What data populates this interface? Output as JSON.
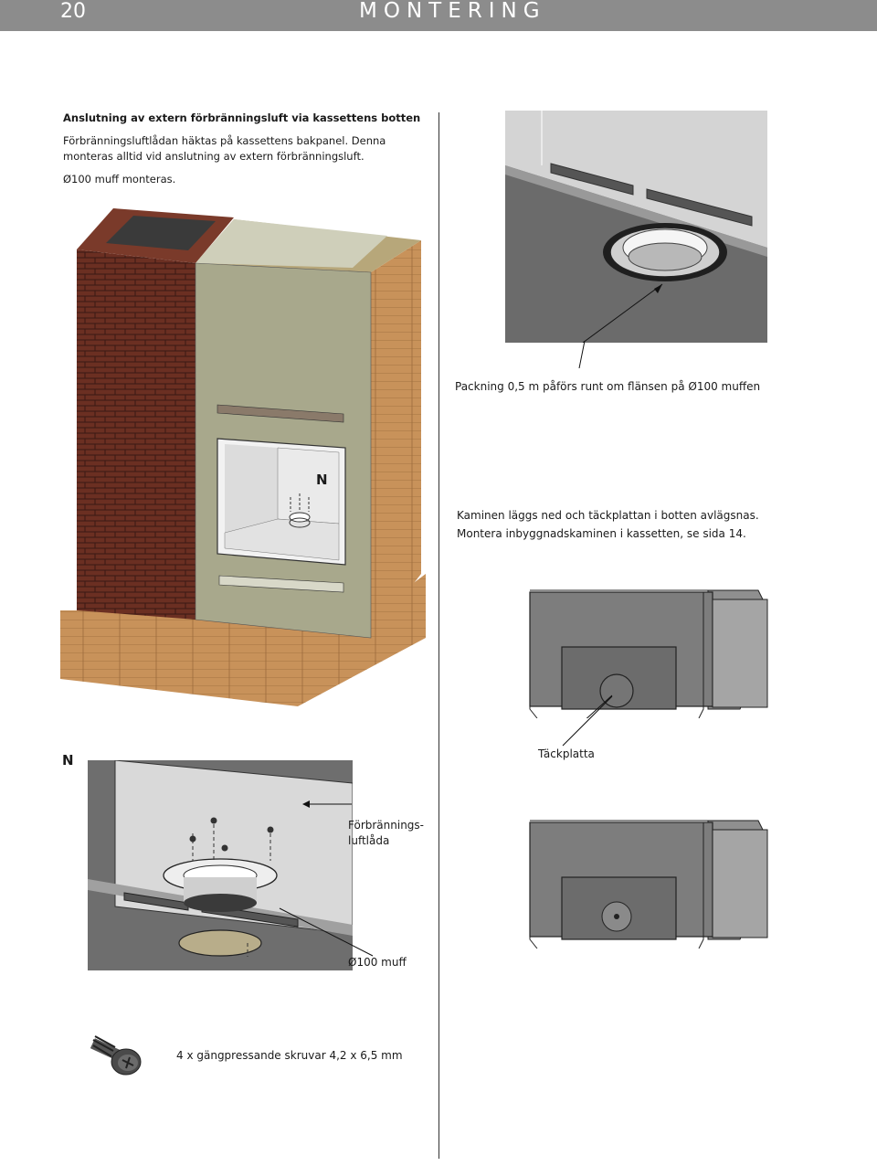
{
  "header": {
    "page_number": "20",
    "section_title": "MONTERING"
  },
  "intro": {
    "heading": "Anslutning av extern förbränningsluft via kassettens botten",
    "paragraph_1": "Förbränningsluftlådan häktas på kassettens bakpanel. Denna monteras alltid vid anslutning av extern förbränningsluft.",
    "paragraph_2": "Ø100 muff monteras."
  },
  "labels": {
    "gasket_note": "Packning 0,5 m påförs runt om flänsen på Ø100 muffen",
    "stove_note_1": "Kaminen läggs ned och täckplattan i botten avlägsnas.",
    "stove_note_2": "Montera inbyggnadskaminen i kassetten, se sida 14.",
    "detail_marker": "N",
    "detail_marker_small": "N",
    "cover_plate": "Täckplatta",
    "air_box_line1": "Förbrännings-",
    "air_box_line2": "luftlåda",
    "sleeve": "Ø100 muff",
    "screws": "4 x gängpressande skruvar 4,2 x 6,5 mm"
  },
  "colors": {
    "header_bg": "#8c8c8c",
    "brick": "#6b2f22",
    "wood": "#c8925a",
    "panel": "#a8a88c",
    "metal_dark": "#5a5a5a",
    "metal_light": "#dcdcdc"
  }
}
